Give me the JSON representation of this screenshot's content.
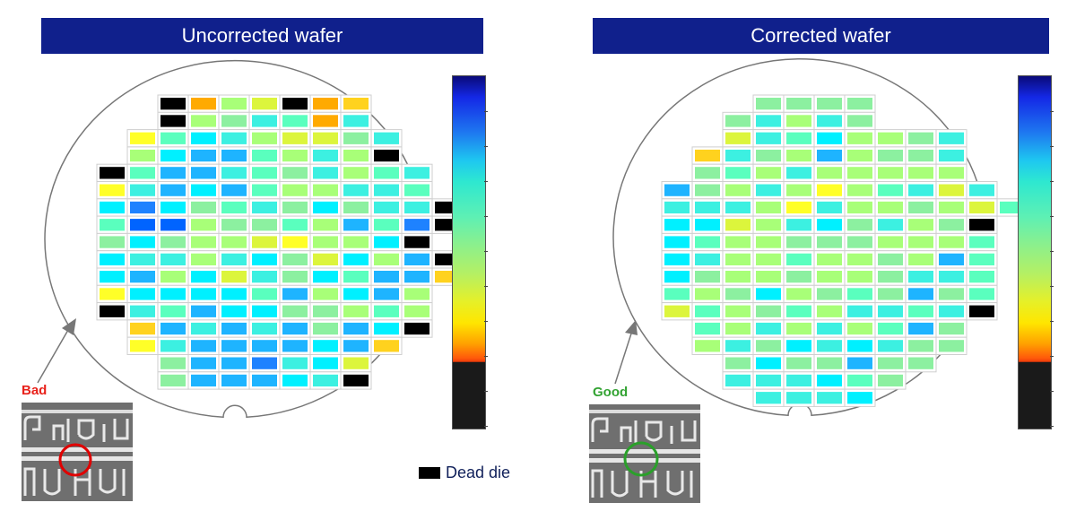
{
  "titles": {
    "left": "Uncorrected wafer",
    "right": "Corrected wafer"
  },
  "labels": {
    "bad": "Bad",
    "good": "Good"
  },
  "legend": {
    "dead_die": "Dead die"
  },
  "colors": {
    "banner": "#10208c",
    "bad_marker": "#e8211a",
    "good_marker": "#33a333",
    "dead_die": "#000000"
  },
  "palette": {
    "0": "#000000",
    "1": "#ffaa00",
    "2": "#ffd21e",
    "3": "#ffff28",
    "4": "#dcf53c",
    "5": "#a8ff78",
    "6": "#8cf0a0",
    "7": "#5affbe",
    "8": "#3cf0e1",
    "9": "#00f0ff",
    "A": "#1eb4ff",
    "B": "#1e82ff",
    "C": "#0064ff"
  },
  "wafers": {
    "uncorrected": {
      "rows": [
        "...0154012...",
        "...0568718...",
        "..379854468..",
        "..59AA75850..",
        ".07AA8768578.",
        ".38A9A755887.",
        ".9B9678696880",
        ".7CC56675A7B0",
        ".69655435590.",
        ".9885896495A0",
        ".9A5948697AA2",
        ".399997A59A5.",
        ".087A9966575.",
        "..2A8A8A6A90.",
        "..38AAAA9A2..",
        "...6AAB894...",
        "...6AAA980..."
      ]
    },
    "corrected": {
      "rows": [
        "....6666....",
        "...68586....",
        "...48795568.",
        "..2865A5668.",
        "..675855555.",
        ".A6585357848",
        ".888538556547",
        ".99458968560",
        ".97556665557",
        ".985575565A7",
        ".96556556887",
        ".75695676A67",
        ".47567588780",
        "..7585857A6.",
        "..586989866.",
        "...6966A66..",
        "...888976...",
        "....8889...."
      ]
    }
  }
}
